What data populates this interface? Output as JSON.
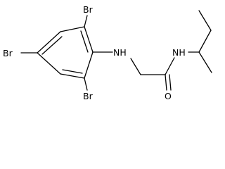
{
  "molecule": {
    "atoms": {
      "br_top": "Br",
      "br_left": "Br",
      "br_bottom": "Br",
      "nh_amine": "NH",
      "nh_amide": "NH",
      "o_carbonyl": "O"
    },
    "colors": {
      "ink": "#000000",
      "background": "#ffffff"
    }
  }
}
